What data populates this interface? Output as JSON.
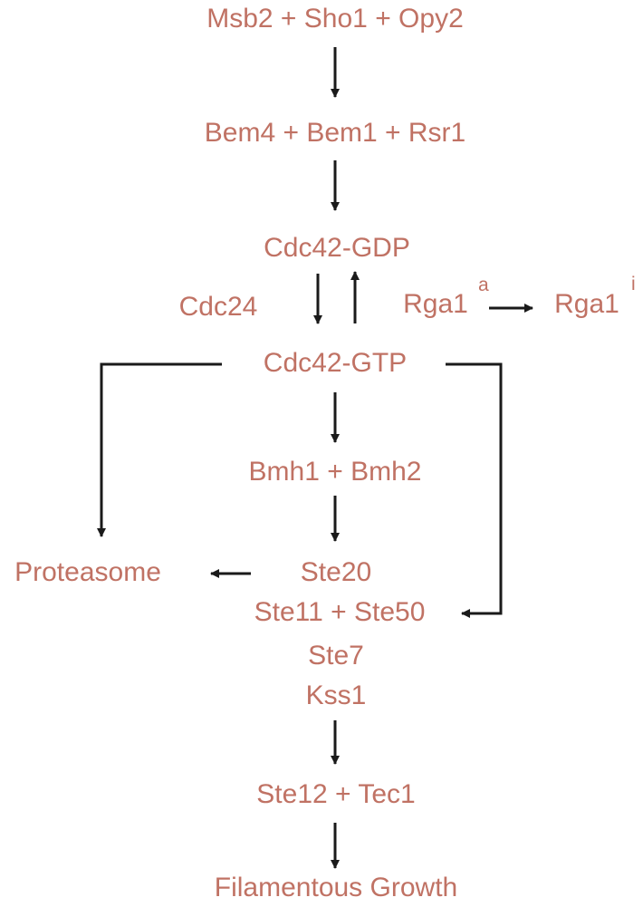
{
  "colors": {
    "text": "#c07264",
    "arrow": "#1a1a1a"
  },
  "nodes": {
    "sensors": "Msb2 + Sho1 + Opy2",
    "bem": "Bem4 + Bem1 + Rsr1",
    "cdc42_gdp": "Cdc42-GDP",
    "cdc24": "Cdc24",
    "rga1_active": "Rga1",
    "rga1_active_sup": "a",
    "rga1_inactive": "Rga1",
    "rga1_inactive_sup": "i",
    "cdc42_gtp": "Cdc42-GTP",
    "bmh": "Bmh1 + Bmh2",
    "proteasome": "Proteasome",
    "ste20": "Ste20",
    "ste11_ste50": "Ste11 + Ste50",
    "ste7": "Ste7",
    "kss1": "Kss1",
    "ste12_tec1": "Ste12 + Tec1",
    "filamentous": "Filamentous Growth"
  }
}
